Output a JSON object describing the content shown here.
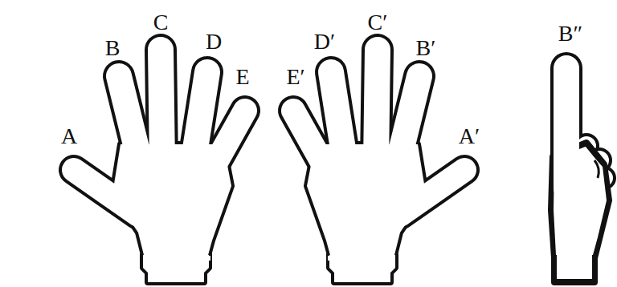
{
  "diagram": {
    "labels": [
      "A",
      "B",
      "C",
      "D",
      "E",
      "E′",
      "D′",
      "C′",
      "B′",
      "A′",
      "B″"
    ]
  }
}
